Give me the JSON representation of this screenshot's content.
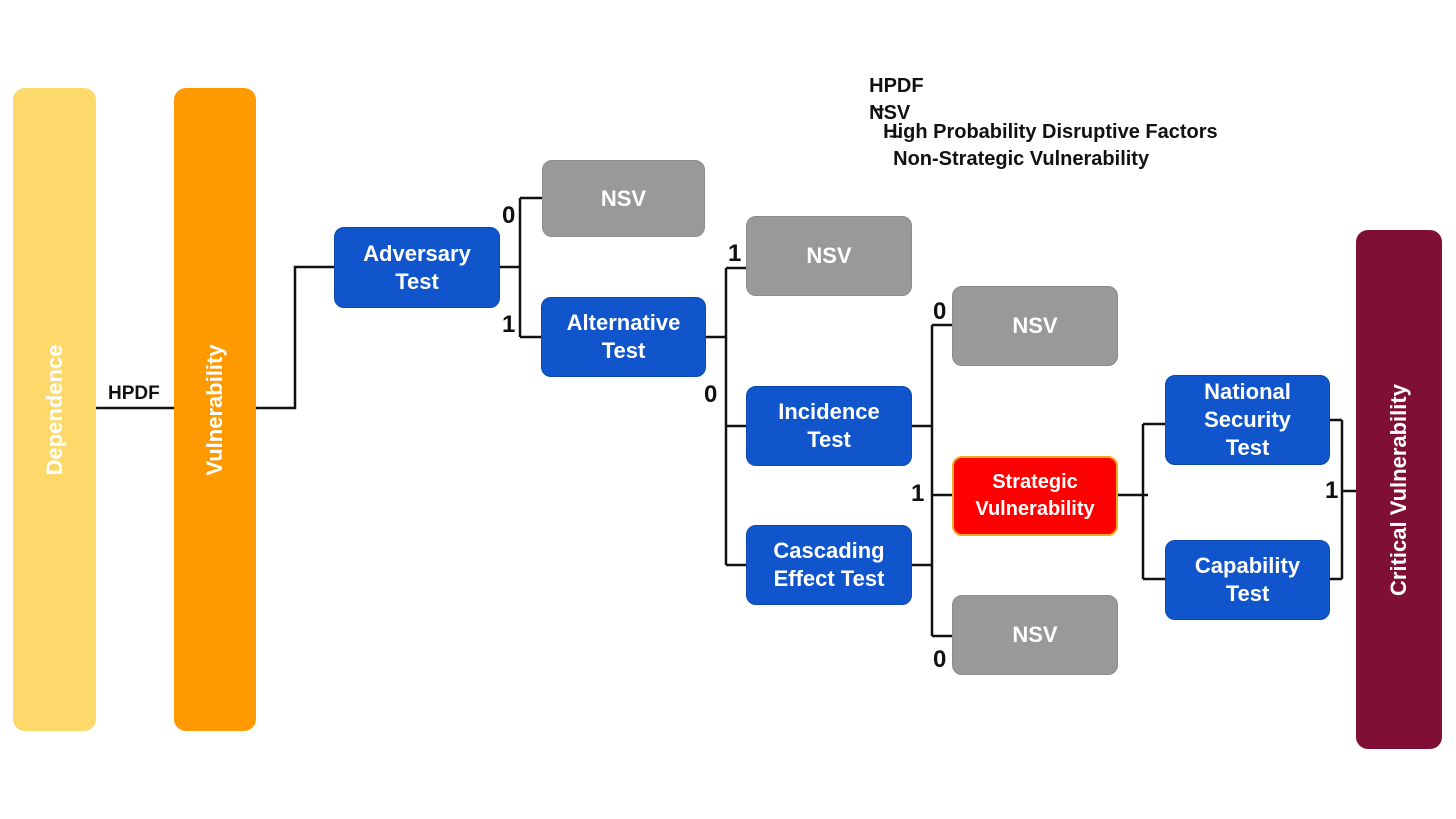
{
  "legend": [
    {
      "abbr": "HPDF",
      "dash": "–",
      "meaning": "High Probability Disruptive Factors"
    },
    {
      "abbr": "NSV",
      "dash": "–",
      "meaning": "Non-Strategic Vulnerability"
    }
  ],
  "bars": {
    "dependence": {
      "label": "Dependence",
      "color": "#fdd96b"
    },
    "vulnerability": {
      "label": "Vulnerability",
      "color": "#ff9900"
    },
    "critical": {
      "label": "Critical Vulnerability",
      "color": "#7f0f35"
    }
  },
  "edge_hpdf": "HPDF",
  "nodes": {
    "adversary": "Adversary\nTest",
    "alternative": "Alternative\nTest",
    "incidence": "Incidence\nTest",
    "cascading": "Cascading\nEffect Test",
    "strategic": "Strategic\nVulnerability",
    "national": "National\nSecurity\nTest",
    "capability": "Capability\nTest",
    "nsv1": "NSV",
    "nsv2": "NSV",
    "nsv3": "NSV",
    "nsv4": "NSV"
  },
  "edge_labels": {
    "adv_to_nsv": "0",
    "adv_to_alt": "1",
    "alt_to_nsv": "1",
    "alt_to_tests": "0",
    "inc_to_nsv": "0",
    "to_strategic": "1",
    "casc_to_nsv": "0",
    "to_critical": "1"
  },
  "colors": {
    "test_box": "#1155cc",
    "nsv_box": "#999999",
    "strategic_box": "#ff0000",
    "lines": "#111111"
  }
}
